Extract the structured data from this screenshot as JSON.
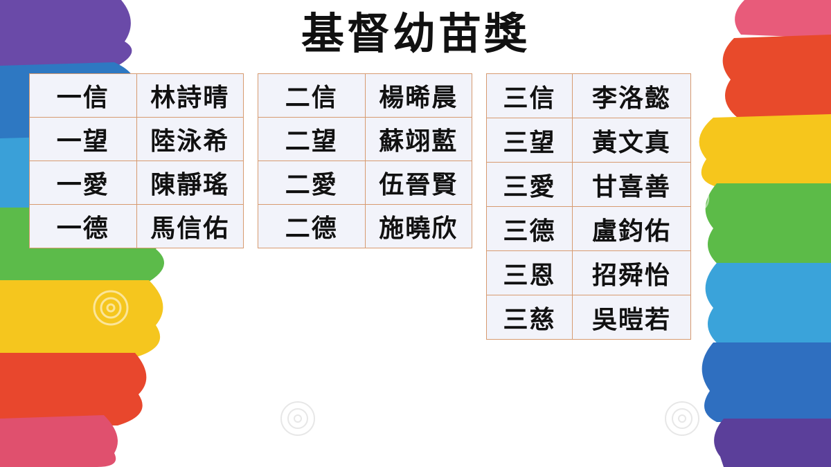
{
  "title": "基督幼苗獎",
  "tables": [
    {
      "rows": [
        {
          "cls": "一信",
          "name": "林詩晴"
        },
        {
          "cls": "一望",
          "name": "陸泳希"
        },
        {
          "cls": "一愛",
          "name": "陳靜瑤"
        },
        {
          "cls": "一德",
          "name": "馬信佑"
        }
      ]
    },
    {
      "rows": [
        {
          "cls": "二信",
          "name": "楊晞晨"
        },
        {
          "cls": "二望",
          "name": "蘇翊藍"
        },
        {
          "cls": "二愛",
          "name": "伍晉賢"
        },
        {
          "cls": "二德",
          "name": "施曉欣"
        }
      ]
    },
    {
      "rows": [
        {
          "cls": "三信",
          "name": "李洛懿"
        },
        {
          "cls": "三望",
          "name": "黃文真"
        },
        {
          "cls": "三愛",
          "name": "甘喜善"
        },
        {
          "cls": "三德",
          "name": "盧鈞佑"
        },
        {
          "cls": "三恩",
          "name": "招舜怡"
        },
        {
          "cls": "三慈",
          "name": "吳暟若"
        }
      ]
    }
  ],
  "colors": {
    "border": "#d79a6f",
    "cell_bg": "#f2f3fa",
    "stripes": [
      "#5b3f9a",
      "#2f7fc4",
      "#55b847",
      "#f5c41c",
      "#e8452b",
      "#e2506d"
    ]
  }
}
